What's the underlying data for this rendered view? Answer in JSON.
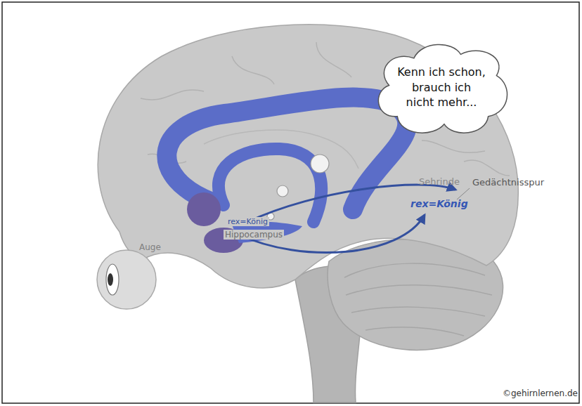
{
  "diagram": {
    "nodes": [
      {
        "text": [
          "Kenn ich schon, brauch ich nicht mehr..."
        ]
      }
    ],
    "labels": [
      "Sehrinde",
      "rex=König",
      "Gedächtnisspur",
      "Auge",
      "rex=König",
      "Hippocampus",
      "©gehirnlernen.de"
    ]
  }
}
